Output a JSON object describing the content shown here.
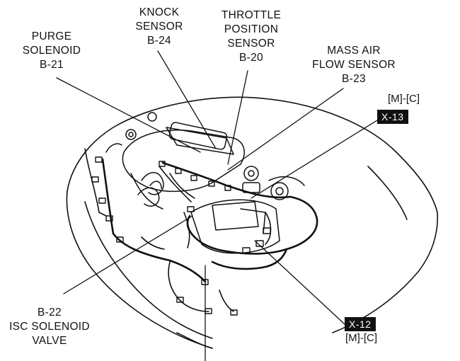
{
  "labels": {
    "purge": {
      "name": "PURGE",
      "name2": "SOLENOID",
      "code": "B-21"
    },
    "knock": {
      "name": "KNOCK",
      "name2": "SENSOR",
      "code": "B-24"
    },
    "throttle": {
      "name": "THROTTLE",
      "name2": "POSITION",
      "name3": "SENSOR",
      "code": "B-20"
    },
    "maf": {
      "name": "MASS AIR",
      "name2": "FLOW SENSOR",
      "code": "B-23"
    },
    "isc": {
      "code": "B-22",
      "name": "ISC SOLENOID",
      "name2": "VALVE"
    }
  },
  "connectors": {
    "x13": {
      "bracket": "[M]-[C]",
      "code": "X-13"
    },
    "x12": {
      "bracket": "[M]-[C]",
      "code": "X-12"
    }
  }
}
